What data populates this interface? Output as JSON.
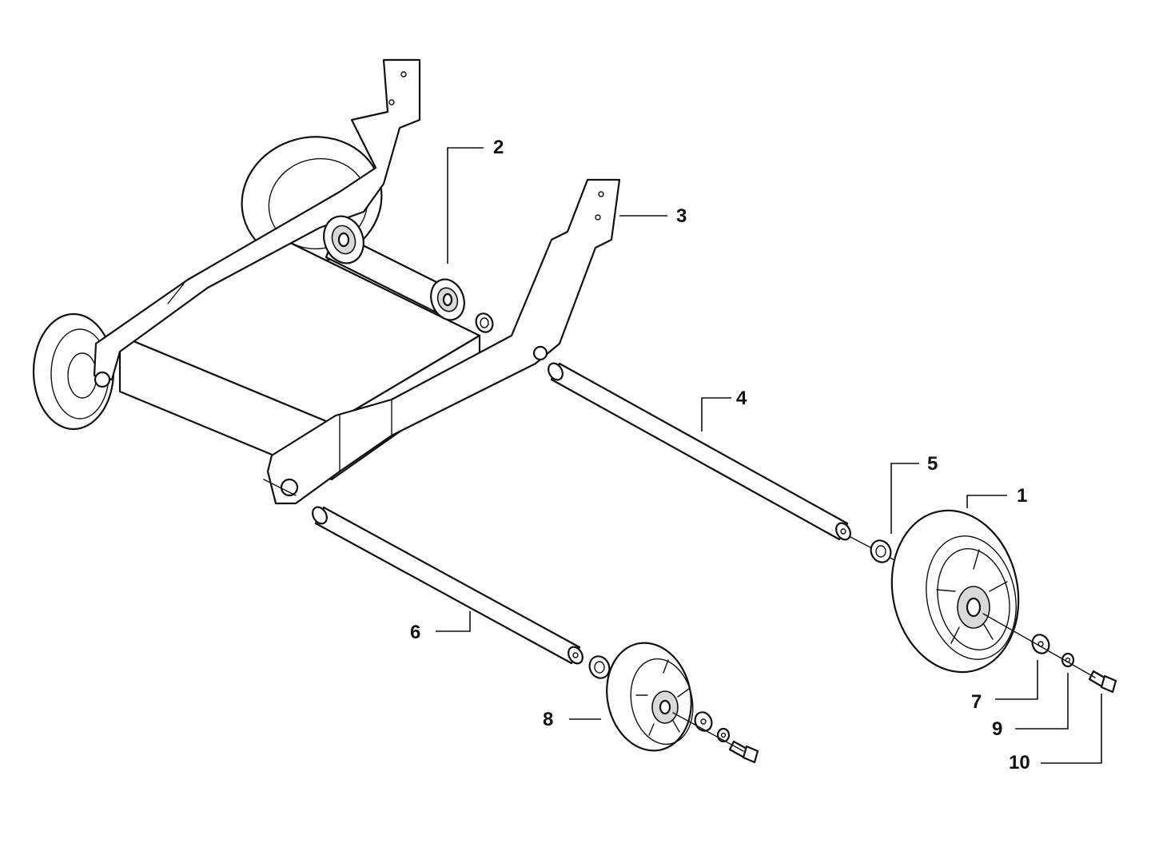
{
  "figure": {
    "type": "exploded-parts-diagram",
    "line_color": "#111111",
    "background": "#ffffff"
  },
  "callouts": [
    "1",
    "2",
    "3",
    "4",
    "5",
    "6",
    "7",
    "8",
    "9",
    "10"
  ]
}
